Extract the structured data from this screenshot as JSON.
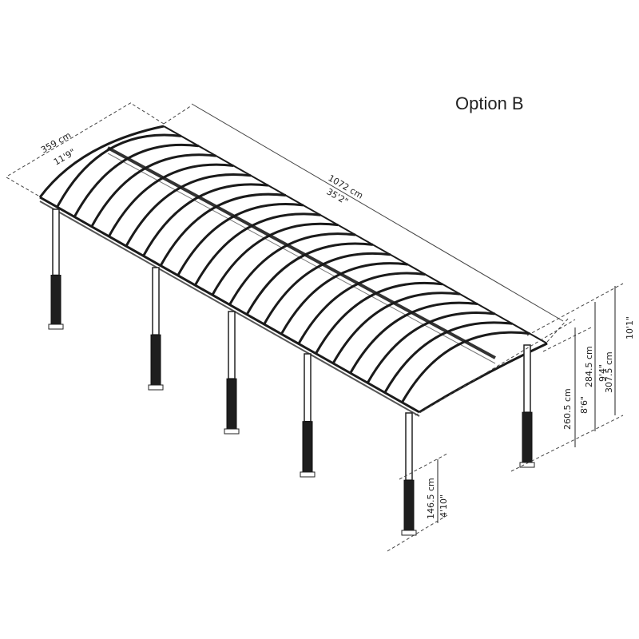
{
  "title": "Option B",
  "dimensions": {
    "width": {
      "metric": "359 cm",
      "imperial": "11'9\""
    },
    "length": {
      "metric": "1072 cm",
      "imperial": "35'2\""
    },
    "height_max": {
      "metric": "307.5 cm",
      "imperial": "10'1\""
    },
    "height_mid": {
      "metric": "284.5 cm",
      "imperial": "9'4\""
    },
    "height_eave": {
      "metric": "260.5 cm",
      "imperial": "8'6\""
    },
    "base_height": {
      "metric": "146.5 cm",
      "imperial": "4'10\""
    }
  }
}
